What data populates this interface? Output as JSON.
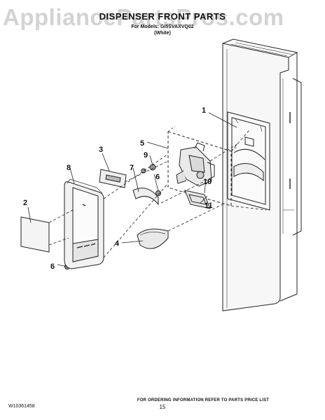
{
  "watermark": "AppliancePartsPros.com",
  "header": {
    "title": "DISPENSER FRONT PARTS",
    "models": "For Models: GI5SVAXVQ02",
    "variant": "(White)"
  },
  "callouts": {
    "c1": "1",
    "c2": "2",
    "c3": "3",
    "c4": "4",
    "c5": "5",
    "c6a": "6",
    "c6b": "6",
    "c7": "7",
    "c8": "8",
    "c9": "9",
    "c10": "10",
    "c11": "11"
  },
  "footer": {
    "ordering_note": "FOR ORDERING INFORMATION REFER TO PARTS PRICE LIST",
    "doc_number": "W10361458",
    "page_number": "15"
  }
}
